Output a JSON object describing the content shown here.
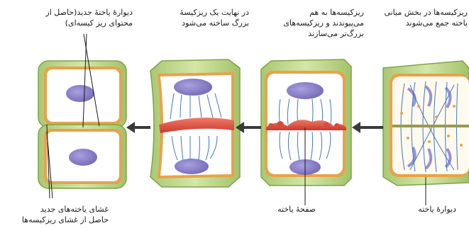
{
  "captions": {
    "stage1": [
      "ریزکیسه‌ها در بخش میانی",
      "یاخته جمع می‌شوند"
    ],
    "stage2": [
      "ریزکیسه‌ها به هم",
      "می‌پیوندند و ریزکیسه‌های",
      "بزرگ‌تر می‌سازند"
    ],
    "stage3": [
      "در نهایت یک ریزکیسهٔ",
      "بزرگ ساخته می‌شود"
    ],
    "stage4": [
      "دیوارهٔ یاختهٔ جدید(حاصل از",
      "محتوای ریز کیسه‌ای)"
    ]
  },
  "bottom_labels": {
    "cell_wall": "دیوارهٔ یاخته",
    "cell_plate": "صفحهٔ یاخته",
    "new_membranes": [
      "غشای یاخته‌های جدید",
      "حاصل از غشای ریزکیسه‌ها"
    ]
  },
  "colors": {
    "wall_green": "#bcd68a",
    "wall_dark": "#7fa34a",
    "membrane_orange": "#e8a24a",
    "cytoplasm": "#ffffff",
    "nucleus_purple": "#8a80c8",
    "spindle_blue": "#3d78c4",
    "vesicle_red": "#e0564a",
    "arrow_gray": "#3a3a3a"
  }
}
